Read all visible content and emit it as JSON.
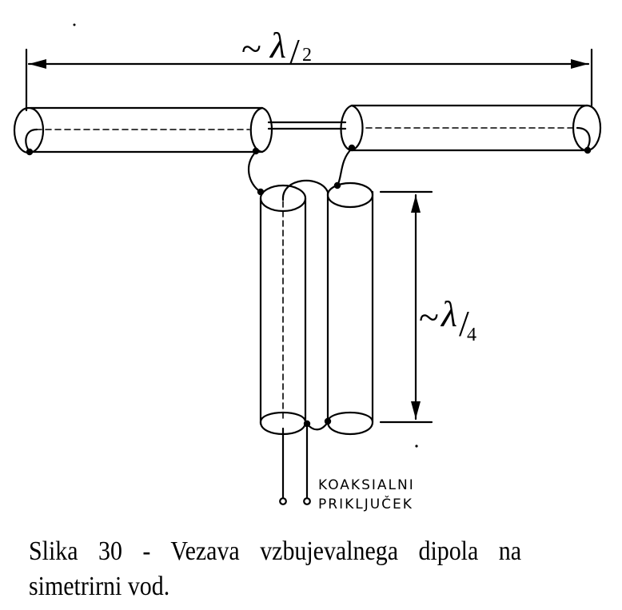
{
  "dimensions": {
    "half_wave": {
      "approx": "~",
      "symbol": "λ",
      "slash": "/",
      "divisor": "2"
    },
    "quarter_wave": {
      "approx": "~",
      "symbol": "λ",
      "slash": "/",
      "divisor": "4"
    }
  },
  "connector_label": {
    "line1": "KOAKSIALNI",
    "line2": "PRIKLJUČEK"
  },
  "caption": "Slika 30 - Vezava vzbujevalnega dipola na simetrirni vod."
}
